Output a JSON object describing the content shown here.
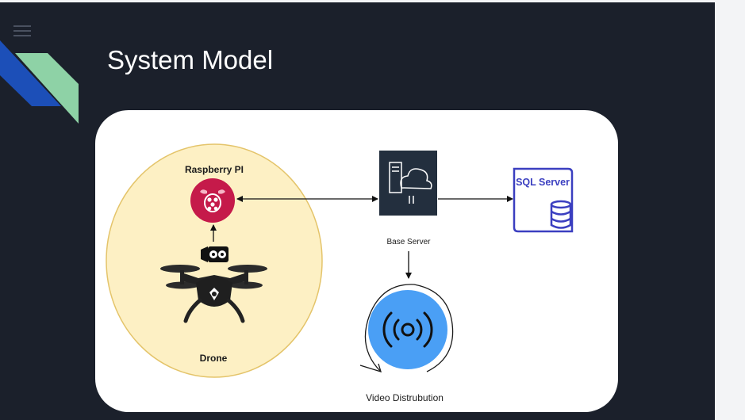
{
  "slide": {
    "title": "System Model"
  },
  "diagram": {
    "nodes": {
      "raspberry_pi": "Raspberry PI",
      "drone": "Drone",
      "base_server": "Base Server",
      "sql_server": "SQL Server",
      "video_distribution": "Video Distrubution"
    }
  },
  "colors": {
    "slide_bg": "#1b202b",
    "drone_zone": "#fdf0c4",
    "raspberry": "#c51a4a",
    "server_box": "#232f3e",
    "sql_blue": "#3b3fc0",
    "video_blue": "#4a9ff5"
  },
  "icons": [
    "menu-icon",
    "raspberry-pi-icon",
    "camera-icon",
    "drone-icon",
    "cloud-server-icon",
    "database-icon",
    "broadcast-icon"
  ]
}
